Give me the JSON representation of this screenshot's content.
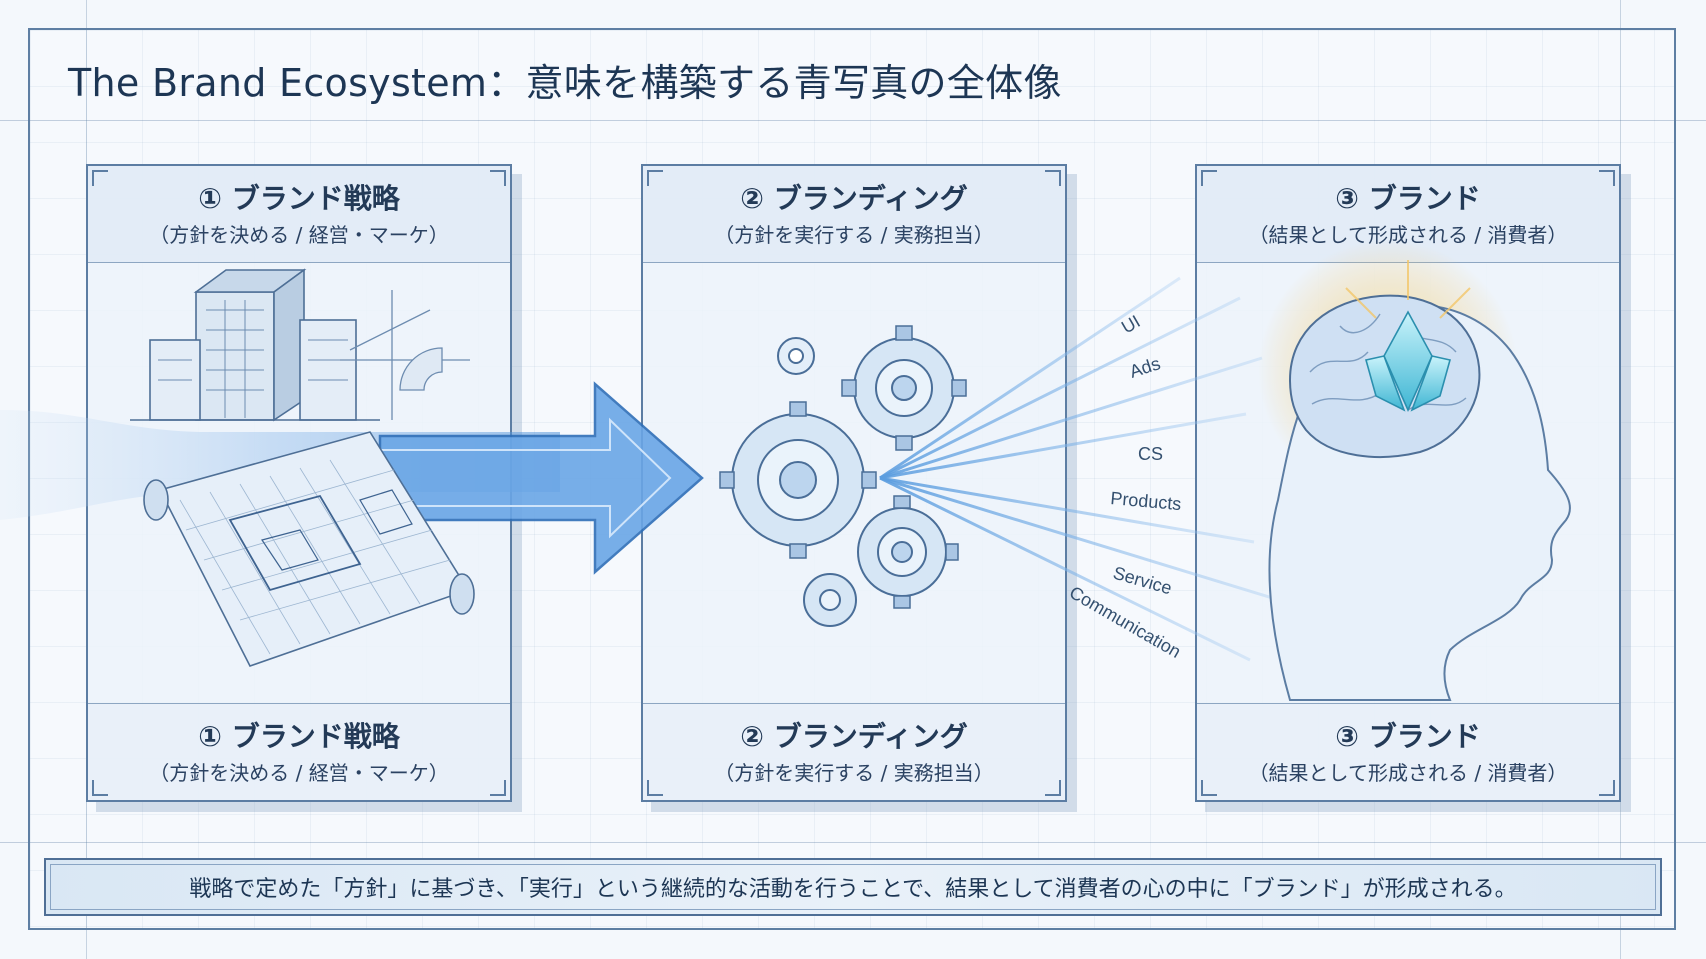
{
  "title": "The Brand Ecosystem：意味を構築する青写真の全体像",
  "panels": [
    {
      "id": "strategy",
      "title": "① ブランド戦略",
      "subtitle": "（方針を決める / 経営・マーケ）",
      "footer_title": "① ブランド戦略",
      "footer_subtitle": "（方針を決める / 経営・マーケ）",
      "illustration": "blueprint-buildings-icon"
    },
    {
      "id": "branding",
      "title": "② ブランディング",
      "subtitle": "（方針を実行する / 実務担当）",
      "footer_title": "② ブランディング",
      "footer_subtitle": "（方針を実行する / 実務担当）",
      "illustration": "gears-icon"
    },
    {
      "id": "brand",
      "title": "③ ブランド",
      "subtitle": "（結果として形成される / 消費者）",
      "footer_title": "③ ブランド",
      "footer_subtitle": "（結果として形成される / 消費者）",
      "illustration": "head-brain-crystal-icon"
    }
  ],
  "channels": [
    "UI",
    "Ads",
    "CS",
    "Products",
    "Service",
    "Communication"
  ],
  "summary": "戦略で定めた「方針」に基づき、「実行」という継続的な活動を行うことで、結果として消費者の心の中に「ブランド」が形成される。",
  "colors": {
    "line": "#5c7da3",
    "arrow": "#4a8fd8",
    "glow": "#f3c76a",
    "crystal": "#6fd3e6"
  }
}
